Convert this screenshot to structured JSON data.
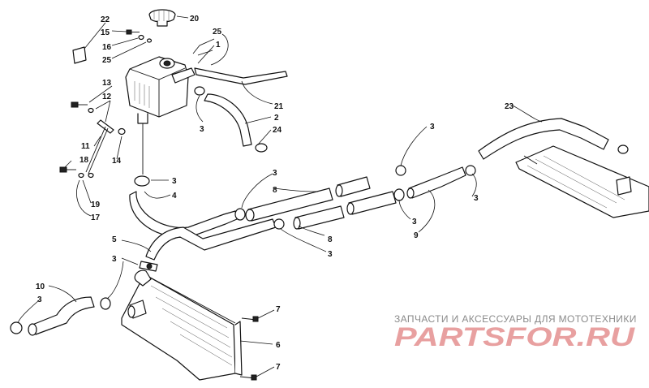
{
  "callouts": {
    "c1": "1",
    "c2": "2",
    "c3a": "3",
    "c3b": "3",
    "c3c": "3",
    "c3d": "3",
    "c3e": "3",
    "c3f": "3",
    "c3g": "3",
    "c3h": "3",
    "c4": "4",
    "c5": "5",
    "c6": "6",
    "c7a": "7",
    "c7b": "7",
    "c8a": "8",
    "c8b": "8",
    "c9": "9",
    "c10": "10",
    "c11": "11",
    "c12": "12",
    "c13": "13",
    "c14": "14",
    "c15": "15",
    "c16": "16",
    "c17": "17",
    "c18": "18",
    "c19": "19",
    "c20": "20",
    "c21": "21",
    "c22": "22",
    "c23": "23",
    "c24": "24",
    "c25a": "25",
    "c25b": "25"
  },
  "watermark": {
    "caption": "ЗАПЧАСТИ И АКСЕССУАРЫ ДЛЯ МОТОТЕХНИКИ",
    "logo_text": "PARTSFOR.RU",
    "logo_color": "#e8a0a0",
    "caption_color": "#8a8a8a"
  }
}
